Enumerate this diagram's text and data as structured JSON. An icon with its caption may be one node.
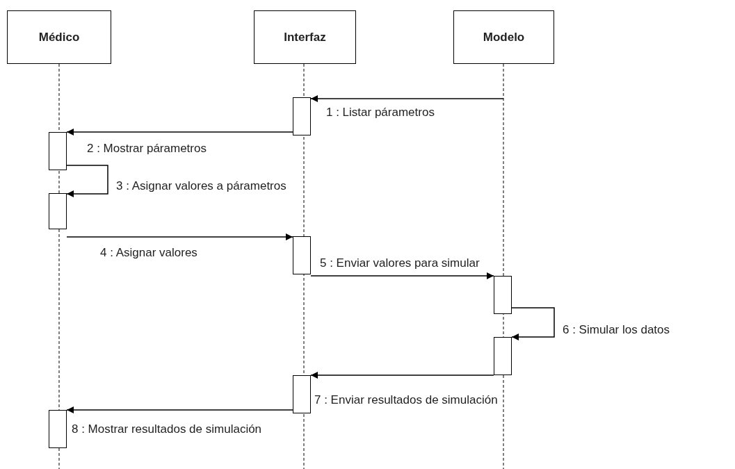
{
  "diagram": {
    "nodes": [
      {
        "text": [
          "Médico"
        ]
      },
      {
        "text": [
          "Interfaz"
        ]
      },
      {
        "text": [
          "Modelo"
        ]
      },
      {
        "text": [],
        "shape": "bar"
      },
      {
        "text": [],
        "shape": "bar"
      },
      {
        "text": [],
        "shape": "bar"
      },
      {
        "text": [],
        "shape": "bar"
      },
      {
        "text": [],
        "shape": "bar"
      },
      {
        "text": [],
        "shape": "bar"
      },
      {
        "text": [],
        "shape": "bar"
      },
      {
        "text": [],
        "shape": "bar"
      }
    ],
    "edges": [
      {
        "from": 2,
        "to": 3,
        "arrow": "to",
        "label": "1 : Listar párametros"
      },
      {
        "from": 3,
        "to": 4,
        "arrow": "to",
        "label": "2 : Mostrar párametros"
      },
      {
        "from": 4,
        "to": 5,
        "arrow": "to",
        "label": "3 : Asignar valores a párametros"
      },
      {
        "from": 5,
        "to": 6,
        "arrow": "to",
        "label": "4 : Asignar valores"
      },
      {
        "from": 6,
        "to": 7,
        "arrow": "to",
        "label": "5 : Enviar valores para simular"
      },
      {
        "from": 7,
        "to": 8,
        "arrow": "to",
        "label": "6 : Simular los datos"
      },
      {
        "from": 8,
        "to": 9,
        "arrow": "to",
        "label": "7 : Enviar resultados de simulación"
      },
      {
        "from": 9,
        "to": 10,
        "arrow": "to",
        "label": "8 : Mostrar resultados de simulación"
      }
    ]
  }
}
